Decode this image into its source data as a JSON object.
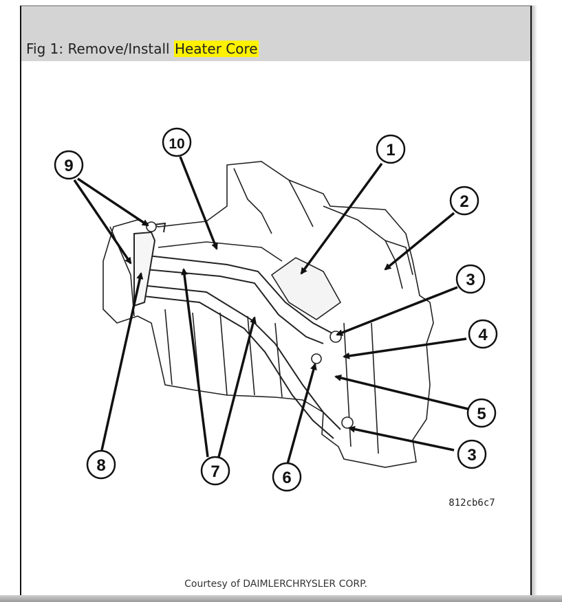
{
  "caption": {
    "prefix": "Fig 1: Remove/Install ",
    "highlight": "Heater Core"
  },
  "figure_id": "812cb6c7",
  "credit": "Courtesy of DAIMLERCHRYSLER CORP.",
  "callouts": [
    {
      "label": "1"
    },
    {
      "label": "2"
    },
    {
      "label": "3"
    },
    {
      "label": "4"
    },
    {
      "label": "5"
    },
    {
      "label": "3"
    },
    {
      "label": "6"
    },
    {
      "label": "7"
    },
    {
      "label": "8"
    },
    {
      "label": "9"
    },
    {
      "label": "10"
    }
  ]
}
